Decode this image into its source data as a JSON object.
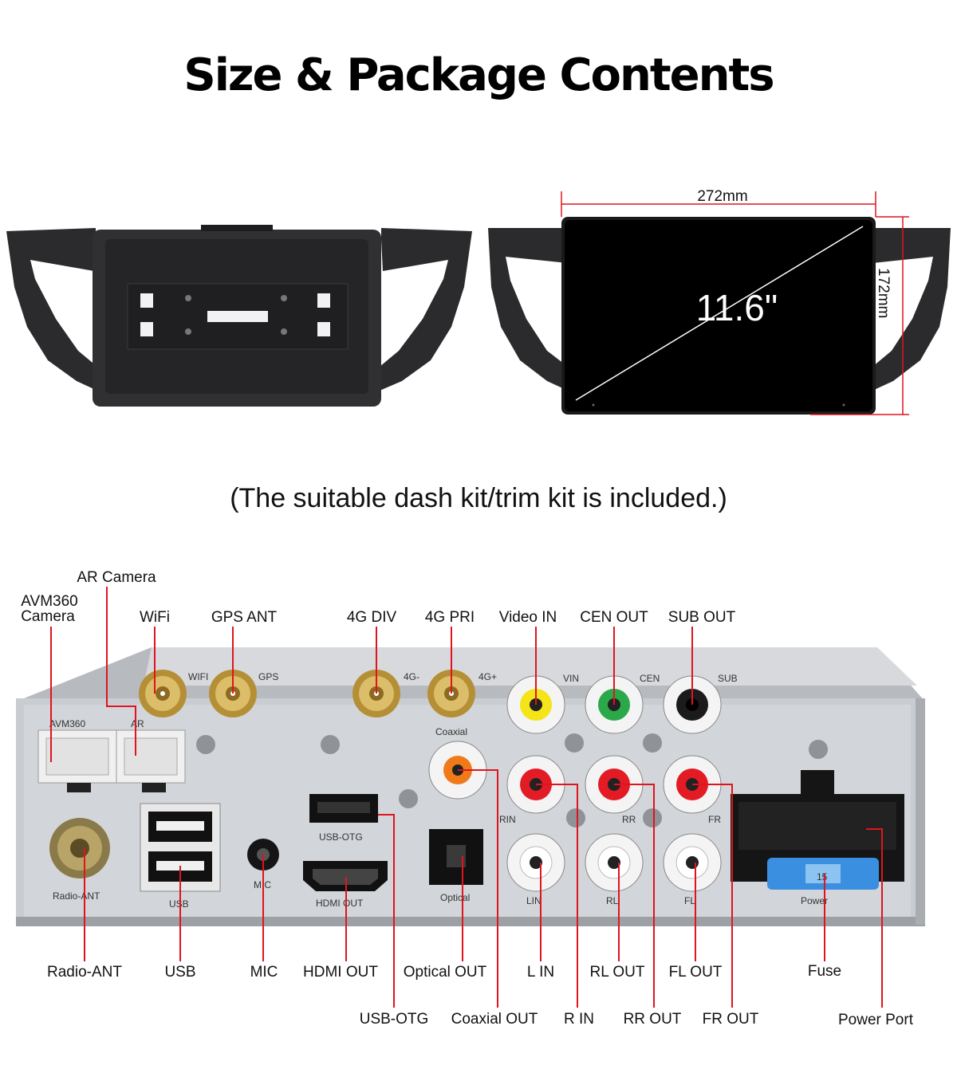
{
  "title": "Size & Package Contents",
  "subtitle": "(The suitable dash kit/trim kit is included.)",
  "dimensions": {
    "width": "272mm",
    "height": "172mm",
    "screen": "11.6\""
  },
  "colors": {
    "accent_line": "#e0141e",
    "panel": "#c9ccd1",
    "frame": "#2b2b2d",
    "screen": "#000000"
  },
  "top_labels": {
    "ar_camera": "AR Camera",
    "avm_line1": "AVM360",
    "avm_line2": "Camera",
    "wifi": "WiFi",
    "gps_ant": "GPS ANT",
    "g4_div": "4G DIV",
    "g4_pri": "4G PRI",
    "video_in": "Video IN",
    "cen_out": "CEN OUT",
    "sub_out": "SUB OUT"
  },
  "bottom_labels_row1": {
    "radio_ant": "Radio-ANT",
    "usb": "USB",
    "mic": "MIC",
    "hdmi_out": "HDMI OUT",
    "optical_out": "Optical OUT",
    "l_in": "L IN",
    "rl_out": "RL OUT",
    "fl_out": "FL OUT",
    "fuse": "Fuse"
  },
  "bottom_labels_row2": {
    "usb_otg": "USB-OTG",
    "coaxial_out": "Coaxial OUT",
    "r_in": "R IN",
    "rr_out": "RR OUT",
    "fr_out": "FR OUT",
    "power_port": "Power Port"
  },
  "panel_print": {
    "wifi": "WIFI",
    "gps": "GPS",
    "g4m": "4G-",
    "g4p": "4G+",
    "vin": "VIN",
    "cen": "CEN",
    "sub": "SUB",
    "avm360": "AVM360",
    "ar": "AR",
    "coaxial": "Coaxial",
    "rin": "RIN",
    "rr": "RR",
    "fr": "FR",
    "usb_otg": "USB-OTG",
    "radio_ant": "Radio-ANT",
    "usb": "USB",
    "mic": "MIC",
    "hdmi_out": "HDMI  OUT",
    "optical": "Optical",
    "lin": "LIN",
    "rl": "RL",
    "fl": "FL",
    "power": "Power",
    "fuse_rating": "15"
  }
}
